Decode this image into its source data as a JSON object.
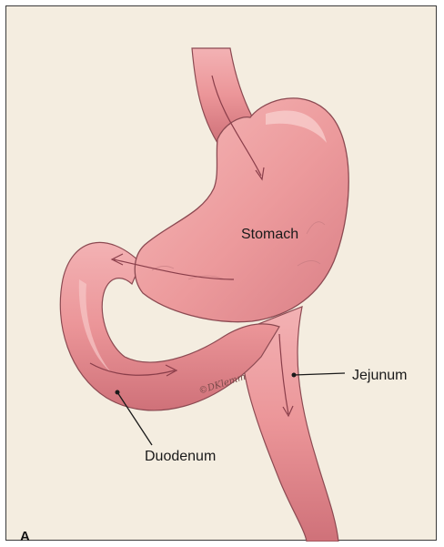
{
  "figure": {
    "panel_letter": "A",
    "signature": "©DKlemm",
    "labels": {
      "stomach": "Stomach",
      "jejunum": "Jejunum",
      "duodenum": "Duodenum"
    }
  },
  "colors": {
    "background": "#f4ede0",
    "tissue": "#ec9a9c",
    "tissue_shadow": "#c86b72",
    "tissue_highlight": "#f7c2c2",
    "outline": "#8c4a52",
    "arrow": "#8a3e4a",
    "leader_line": "#1a1a1a"
  }
}
